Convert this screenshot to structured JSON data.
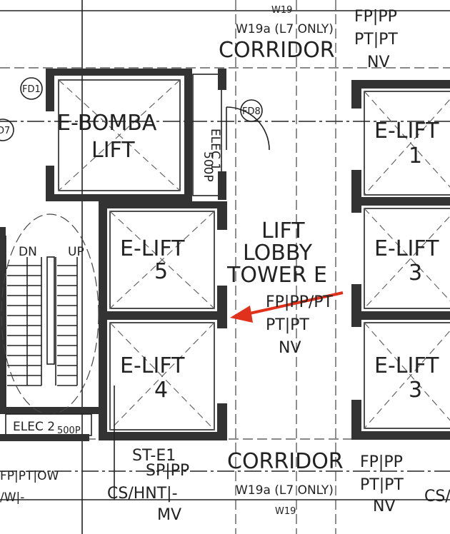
{
  "labels": {
    "corridor_top": "CORRIDOR",
    "corridor_bottom": "CORRIDOR",
    "lift_lobby_line1": "LIFT",
    "lift_lobby_line2": "LOBBY",
    "lift_lobby_line3": "TOWER E",
    "bomba_line1": "E-BOMBA",
    "bomba_line2": "LIFT",
    "lift5_line1": "E-LIFT",
    "lift5_line2": "5",
    "lift4_line1": "E-LIFT",
    "lift4_line2": "4",
    "lift1_line1": "E-LIFT",
    "lift1_line2": "1",
    "lift3a_line1": "E-LIFT",
    "lift3a_line2": "3",
    "lift3b_line1": "E-LIFT",
    "lift3b_line2": "3",
    "stair": "ST-E1",
    "elec1": "ELEC 1",
    "elec1_size": "500P",
    "elec2": "ELEC 2",
    "elec2_size": "500P",
    "stair_dn": "DN",
    "stair_up": "UP",
    "fp_pp_top": "FP|PP",
    "pt_pt_top": "PT|PT",
    "nv_top": "NV",
    "fp_pp_mid": "FP|PP/PT",
    "pt_pt_mid": "PT|PT",
    "nv_mid": "NV",
    "fp_pp_bot": "FP|PP",
    "pt_pt_bot": "PT|PT",
    "nv_bot": "NV",
    "sp_pp": "SP|PP",
    "cs_hnt": "CS/HNT|-",
    "mv": "MV",
    "cs_right": "CS/",
    "w19_top": "W19",
    "w19a_top": "W19a (L7 ONLY)",
    "w19a_bot": "W19a (L7 ONLY)",
    "w19_bot": "W19",
    "fd1": "FD1",
    "fd8": "FD8",
    "fd7": "D7",
    "fp_pt_left": "FP|PT|OW",
    "w_left": "/W|-"
  },
  "colors": {
    "line": "#222222",
    "wall": "#333333",
    "arrow": "#e0311d",
    "background": "#ffffff"
  }
}
